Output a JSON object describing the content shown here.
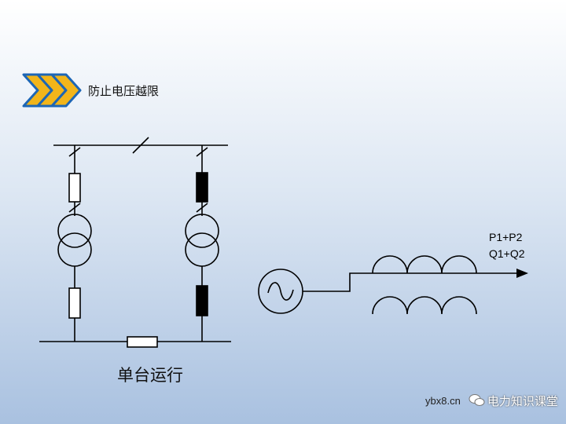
{
  "slide": {
    "title": "防止电压越限",
    "caption": "单台运行",
    "flow_label_p": "P1+P2",
    "flow_label_q": "Q1+Q2",
    "watermark_site": "ybx8.cn",
    "watermark_name": "电力知识课堂"
  },
  "icons": {
    "title_chevrons": "triple-chevron-icon",
    "generator": "ac-generator-icon",
    "watermark": "wechat-icon"
  },
  "colors": {
    "chevron_fill": "#f2b51a",
    "chevron_outline": "#1d66b5",
    "line": "#000000",
    "energized_block": "#000000",
    "open_block": "#ffffff"
  }
}
